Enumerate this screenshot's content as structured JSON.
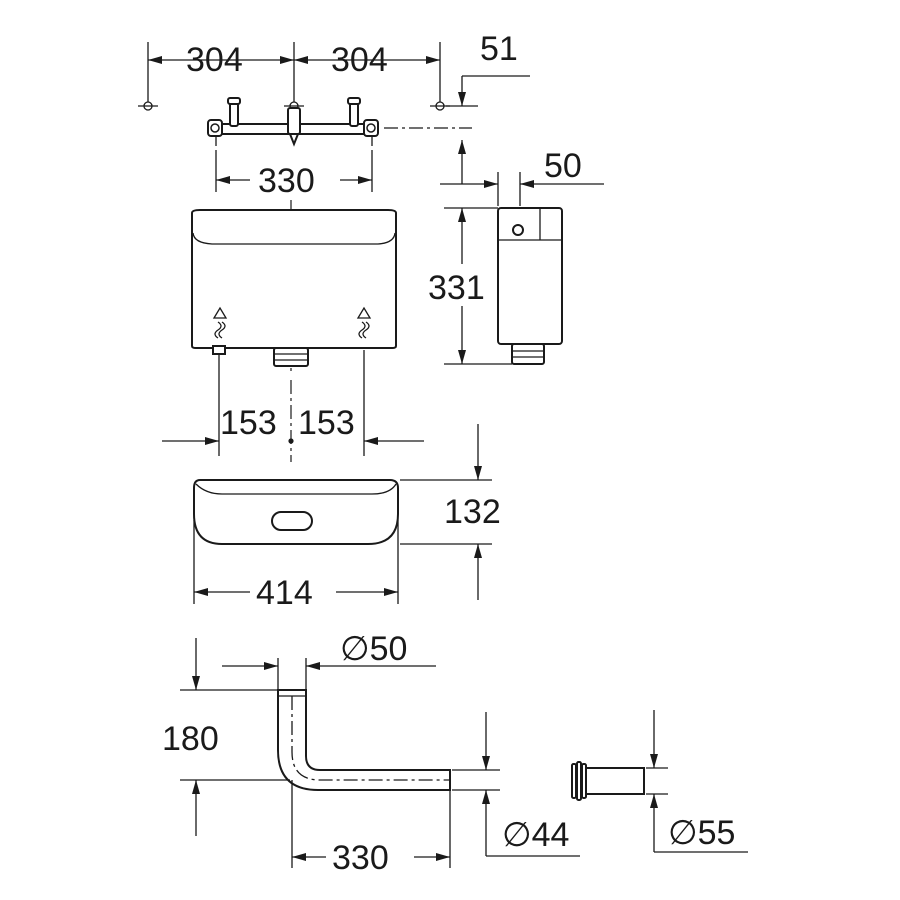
{
  "dimensions": {
    "bracket_offset_left": "304",
    "bracket_offset_right": "304",
    "bracket_side_offset": "51",
    "bracket_width": "330",
    "depth_offset": "50",
    "cistern_height": "331",
    "inlet_left": "153",
    "inlet_right": "153",
    "cover_height": "132",
    "cover_width": "414",
    "bend_diameter": "∅50",
    "bend_height": "180",
    "bend_length": "330",
    "bend_outlet_diameter": "∅44",
    "connector_diameter": "∅55"
  },
  "colors": {
    "ink": "#1a1a1a",
    "paper": "#ffffff"
  },
  "icons": {
    "inlet_symbol": "water-inlet-icon"
  }
}
